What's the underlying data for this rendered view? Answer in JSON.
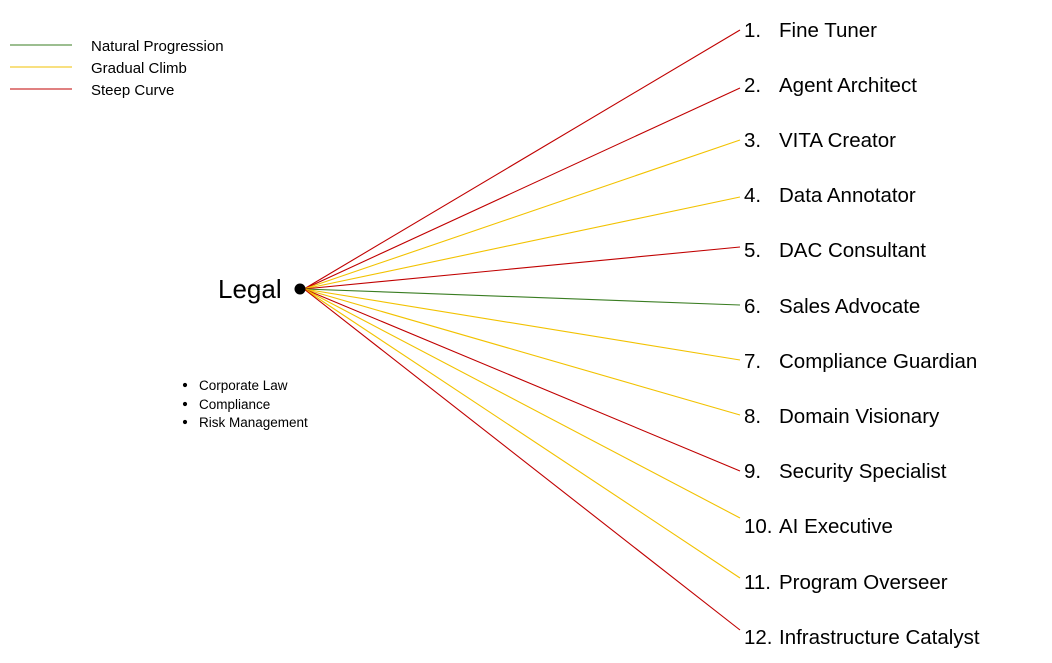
{
  "legend": [
    {
      "label": "Natural Progression",
      "color": "#3a7d22"
    },
    {
      "label": "Gradual Climb",
      "color": "#f2c200"
    },
    {
      "label": "Steep Curve",
      "color": "#c00000"
    }
  ],
  "source": {
    "label": "Legal",
    "skills": [
      "Corporate Law",
      "Compliance",
      "Risk Management"
    ]
  },
  "roles": [
    {
      "number": "1.",
      "label": "Fine Tuner",
      "curve": "Steep Curve"
    },
    {
      "number": "2.",
      "label": "Agent Architect",
      "curve": "Steep Curve"
    },
    {
      "number": "3.",
      "label": "VITA Creator",
      "curve": "Gradual Climb"
    },
    {
      "number": "4.",
      "label": "Data Annotator",
      "curve": "Gradual Climb"
    },
    {
      "number": "5.",
      "label": "DAC Consultant",
      "curve": "Steep Curve"
    },
    {
      "number": "6.",
      "label": "Sales Advocate",
      "curve": "Natural Progression"
    },
    {
      "number": "7.",
      "label": "Compliance Guardian",
      "curve": "Gradual Climb"
    },
    {
      "number": "8.",
      "label": "Domain Visionary",
      "curve": "Gradual Climb"
    },
    {
      "number": "9.",
      "label": "Security Specialist",
      "curve": "Steep Curve"
    },
    {
      "number": "10.",
      "label": "AI Executive",
      "curve": "Gradual Climb"
    },
    {
      "number": "11.",
      "label": "Program Overseer",
      "curve": "Gradual Climb"
    },
    {
      "number": "12.",
      "label": "Infrastructure Catalyst",
      "curve": "Steep Curve"
    }
  ]
}
